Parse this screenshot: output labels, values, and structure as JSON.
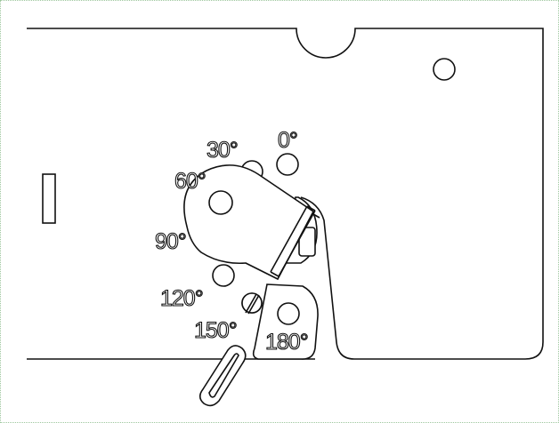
{
  "diagram": {
    "angle_labels": [
      "0°",
      "30°",
      "60°",
      "90°",
      "120°",
      "150°",
      "180°"
    ]
  }
}
